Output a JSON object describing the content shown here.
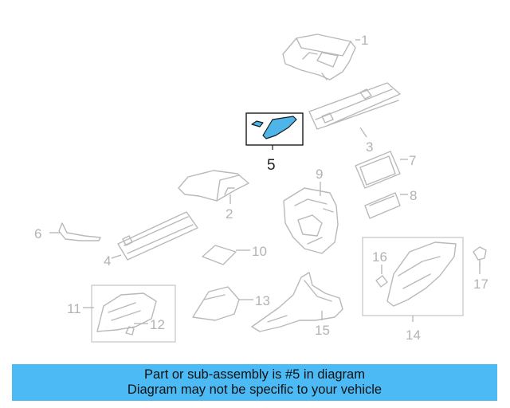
{
  "callouts": {
    "n1": "1",
    "n2": "2",
    "n3": "3",
    "n4": "4",
    "n5": "5",
    "n6": "6",
    "n7": "7",
    "n8": "8",
    "n9": "9",
    "n10": "10",
    "n11": "11",
    "n12": "12",
    "n13": "13",
    "n14": "14",
    "n15": "15",
    "n16": "16",
    "n17": "17"
  },
  "highlight": {
    "part_number": "5",
    "color": "#4fb4e8"
  },
  "banner": {
    "line1": "Part or sub-assembly is #5 in diagram",
    "line2": "Diagram may not be specific to your vehicle",
    "background": "#4cbbf5"
  }
}
